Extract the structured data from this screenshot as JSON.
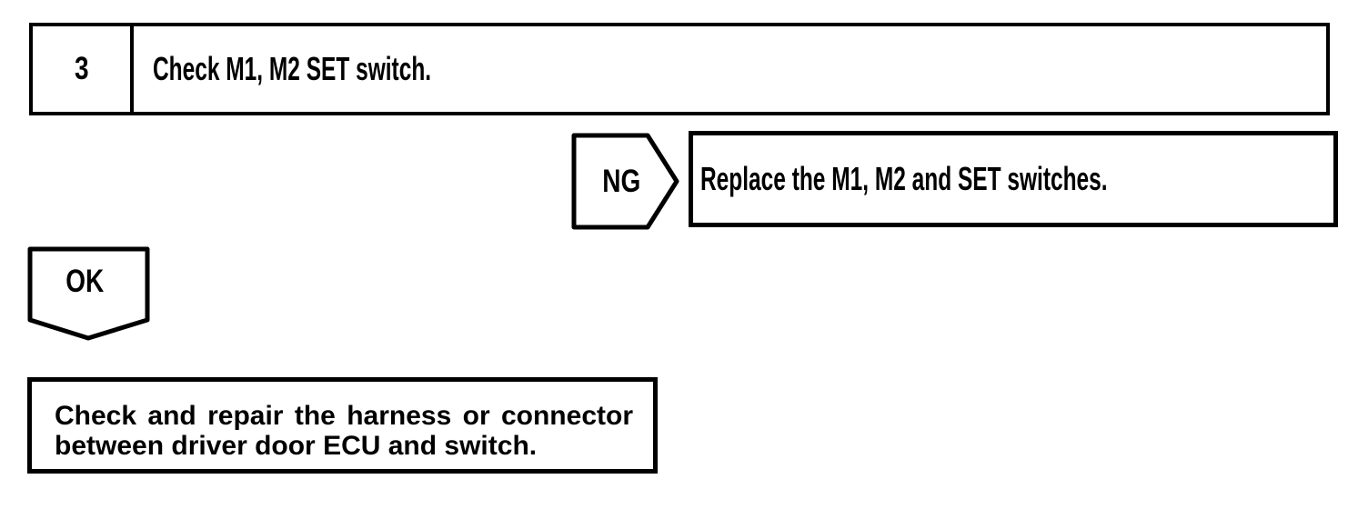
{
  "flowchart": {
    "step": {
      "number": "3",
      "instruction": "Check M1, M2 SET switch."
    },
    "ng_branch": {
      "label": "NG",
      "action": "Replace the M1, M2 and SET switches."
    },
    "ok_branch": {
      "label": "OK"
    },
    "result_box": {
      "lines": [
        "Check and repair the harness or connector",
        "between driver door ECU and switch."
      ]
    },
    "colors": {
      "ink": "#000000",
      "paper": "#ffffff"
    }
  }
}
